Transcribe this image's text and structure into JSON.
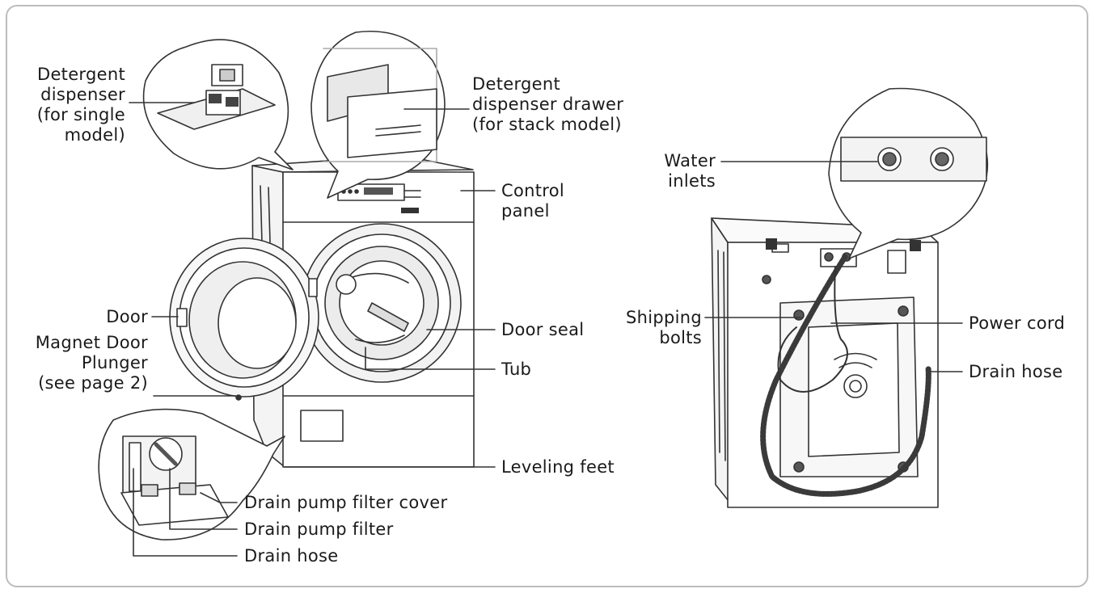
{
  "labels": {
    "detergent_dispenser_single": "Detergent\ndispenser\n(for single\nmodel)",
    "detergent_dispenser_drawer": "Detergent\ndispenser drawer\n(for stack model)",
    "control_panel": "Control\npanel",
    "door": "Door",
    "magnet_door_plunger": "Magnet Door\nPlunger\n(see page 2)",
    "door_seal": "Door seal",
    "tub": "Tub",
    "leveling_feet": "Leveling feet",
    "drain_pump_filter_cover": "Drain pump filter cover",
    "drain_pump_filter": "Drain pump filter",
    "drain_hose_front": "Drain hose",
    "water_inlets": "Water\ninlets",
    "shipping_bolts": "Shipping\nbolts",
    "power_cord": "Power cord",
    "drain_hose_back": "Drain hose"
  },
  "colors": {
    "line": "#333333",
    "frame": "#bdbdbd",
    "hose": "#3a3a3a"
  }
}
